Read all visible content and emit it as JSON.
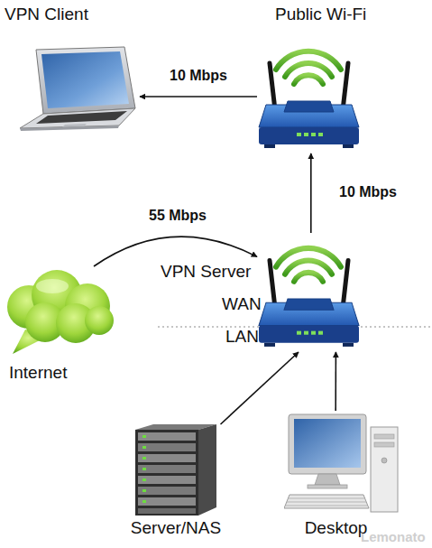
{
  "diagram": {
    "nodes": [
      {
        "text": [
          "VPN Client"
        ]
      },
      {
        "text": [
          "Public Wi-Fi"
        ]
      },
      {
        "text": [
          "VPN Server"
        ]
      },
      {
        "text": [
          "Internet"
        ]
      },
      {
        "text": [
          "Server/NAS"
        ]
      },
      {
        "text": [
          "Desktop"
        ]
      }
    ],
    "edges": [
      {
        "from": 1,
        "to": 0,
        "arrow": "to",
        "label": "10 Mbps"
      },
      {
        "from": 2,
        "to": 1,
        "arrow": "to",
        "label": "10 Mbps"
      },
      {
        "from": 3,
        "to": 2,
        "arrow": "to",
        "label": "55 Mbps"
      },
      {
        "from": 4,
        "to": 2,
        "arrow": "to"
      },
      {
        "from": 5,
        "to": 2,
        "arrow": "to"
      }
    ],
    "labels": [
      "WAN",
      "LAN",
      "Lemonato"
    ]
  }
}
